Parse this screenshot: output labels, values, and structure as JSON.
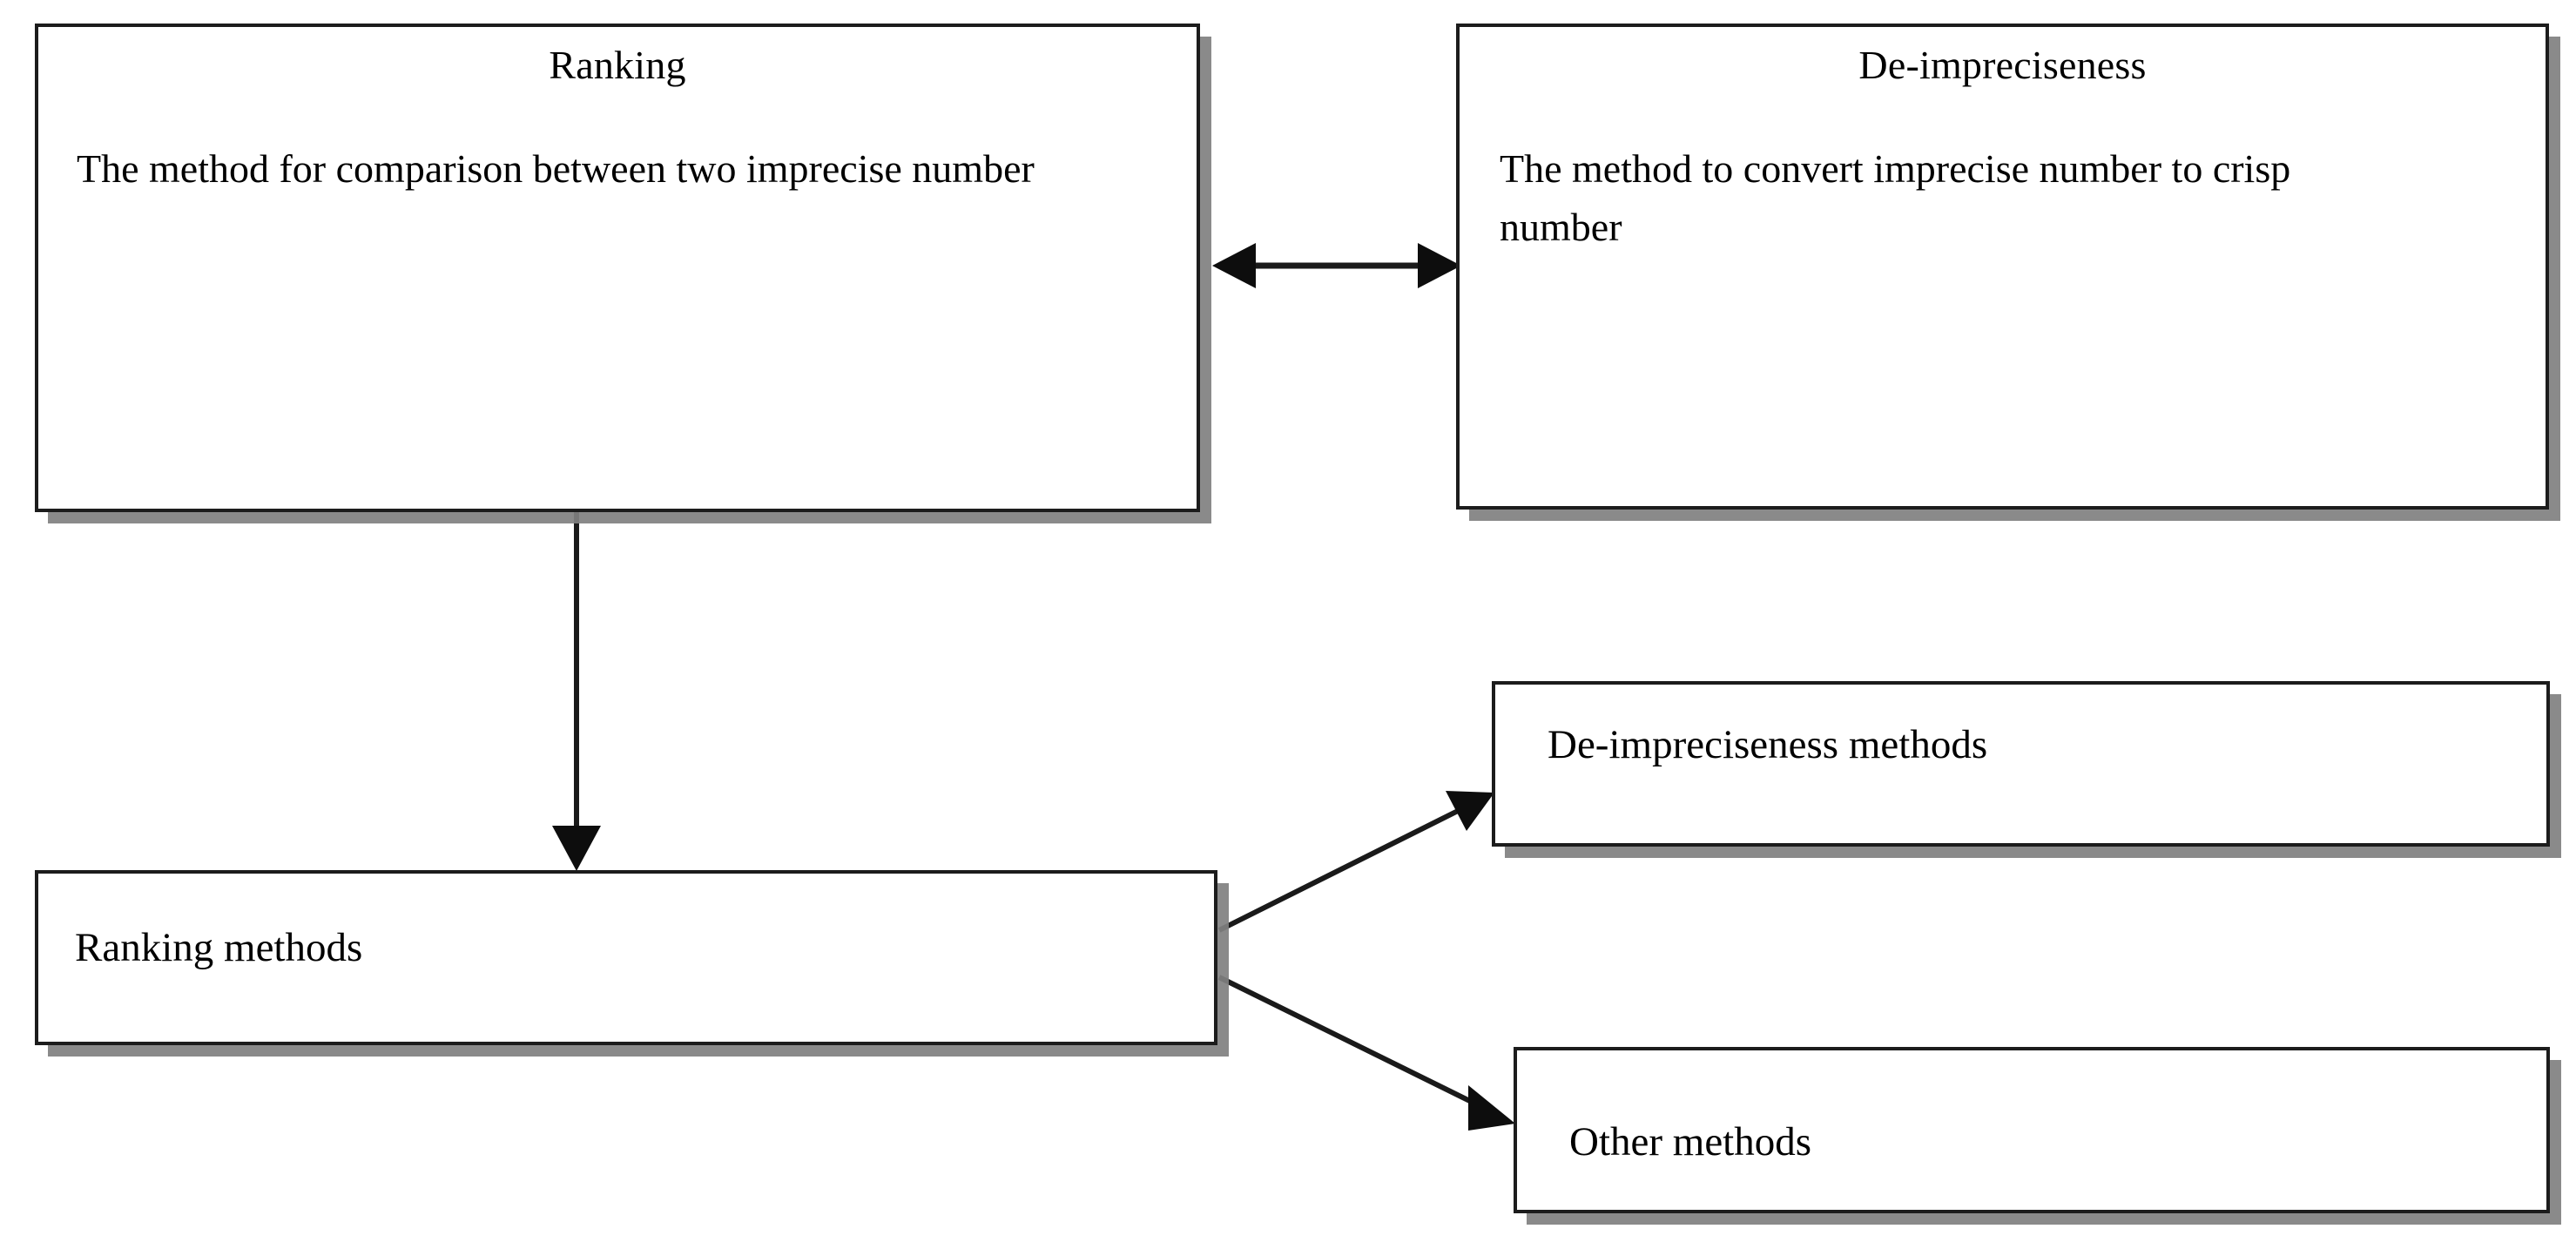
{
  "diagram": {
    "title": "Ranking and De-impreciseness concept diagram",
    "background_color": "#ffffff",
    "line_color": "#1a1a1a",
    "box_border_color": "#1c1c1c",
    "box_shadow_color": "#808080"
  },
  "nodes": {
    "ranking": {
      "title": "Ranking",
      "body": "The method for comparison between two imprecise number"
    },
    "de_impreciseness": {
      "title": "De-impreciseness",
      "body": "The method to convert imprecise number to crisp number"
    },
    "ranking_methods": {
      "label": "Ranking methods"
    },
    "de_impreciseness_methods": {
      "label": "De-impreciseness methods"
    },
    "other_methods": {
      "label": "Other methods"
    }
  },
  "connectors": [
    {
      "name": "ranking-to-de-impreciseness",
      "from": "ranking",
      "to": "de_impreciseness",
      "style": "double-headed-arrow",
      "direction": "horizontal"
    },
    {
      "name": "ranking-to-ranking-methods",
      "from": "ranking",
      "to": "ranking_methods",
      "style": "single-arrow",
      "direction": "down"
    },
    {
      "name": "ranking-methods-to-de-impreciseness-methods",
      "from": "ranking_methods",
      "to": "de_impreciseness_methods",
      "style": "single-arrow",
      "direction": "up-right"
    },
    {
      "name": "ranking-methods-to-other-methods",
      "from": "ranking_methods",
      "to": "other_methods",
      "style": "single-arrow",
      "direction": "down-right"
    }
  ]
}
